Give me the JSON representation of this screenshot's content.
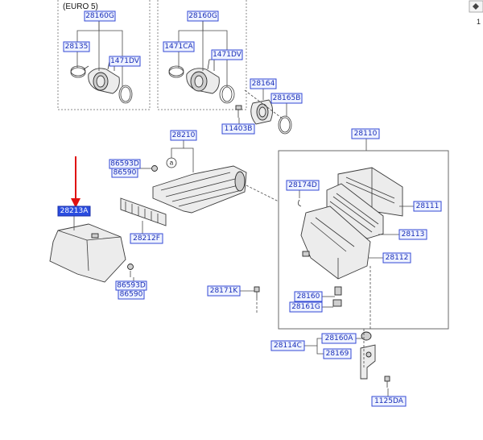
{
  "variant_note": "(EURO 5)",
  "corner_number": "1",
  "position_mark": "a",
  "labels": {
    "euro5_28160G": "28160G",
    "euro5_28135": "28135",
    "euro5_1471DV": "1471DV",
    "main_28160G": "28160G",
    "main_1471CA": "1471CA",
    "main_1471DV": "1471DV",
    "p28164": "28164",
    "p28165B": "28165B",
    "p11403B": "11403B",
    "p28210": "28210",
    "p28110": "28110",
    "p86593D_top": "86593D",
    "p86590_top": "86590",
    "p28174D": "28174D",
    "p28111": "28111",
    "p28213A": "28213A",
    "p28113": "28113",
    "p28212F": "28212F",
    "p28112": "28112",
    "p86593D_bot": "86593D",
    "p86590_bot": "86590",
    "p28171K": "28171K",
    "p28160": "28160",
    "p28161G": "28161G",
    "p28160A": "28160A",
    "p28114C": "28114C",
    "p28169": "28169",
    "p1125DA": "1125DA"
  },
  "colors": {
    "label_text": "#1a2fb8",
    "label_border": "#3348d6",
    "selected_fill": "#2a4de0",
    "pointer_arrow": "#e01010"
  },
  "icons": {
    "corner": "diamond-icon"
  }
}
